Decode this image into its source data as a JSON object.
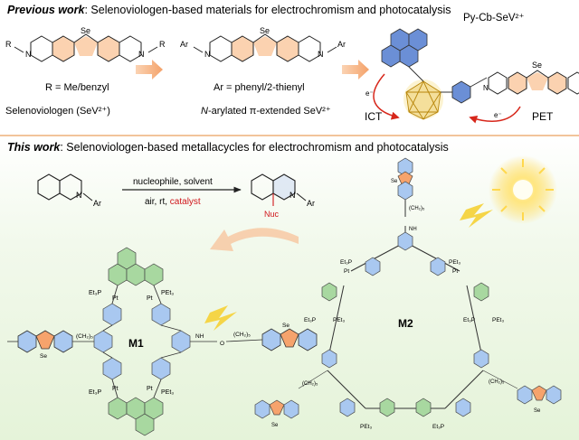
{
  "previous": {
    "heading_lead": "Previous work",
    "heading_rest": ": Selenoviologen-based materials for electrochromism and photocatalysis",
    "molecules": [
      {
        "substituent_label": "R = Me/benzyl",
        "name": "Selenoviologen (SeV²⁺)",
        "n_sub": "R"
      },
      {
        "substituent_label": "Ar = phenyl/2-thienyl",
        "name_italic": "N",
        "name_rest": "-arylated π-extended SeV²⁺",
        "n_sub": "Ar"
      }
    ],
    "conjugate": {
      "name": "Py-Cb-SeV²⁺",
      "ict_label": "ICT",
      "pet_label": "PET",
      "electron_label": "e⁻"
    },
    "atom_se": "Se",
    "atom_n_plus": "N"
  },
  "this_work": {
    "heading_lead": "This work",
    "heading_rest": ": Selenoviologen-based metallacycles for electrochromism and photocatalysis",
    "reaction": {
      "above_arrow": "nucleophile, solvent",
      "below_arrow_plain": "air, rt, ",
      "below_arrow_highlight": "catalyst",
      "reactant_sub": "Ar",
      "product_sub": "Ar",
      "product_nuc": "Nuc",
      "atom_n": "N"
    },
    "metallacycles": [
      {
        "label": "M1"
      },
      {
        "label": "M2"
      }
    ],
    "fragments": {
      "pt_ligand": "Et₃P",
      "pt_ligand_right": "PEt₃",
      "pt": "Pt",
      "chain": "(CH₂)₅",
      "nh": "NH",
      "carbonyl_o": "O",
      "se": "Se",
      "n": "N"
    }
  },
  "colors": {
    "accent_orange": "#f5a86b",
    "highlight_red": "#d0161b",
    "pyridine_blue": "#8fb8e8",
    "phenyl_green": "#9ed09a",
    "selenophene_orange": "#f6a36c",
    "bottom_band": "#eef7e6"
  }
}
